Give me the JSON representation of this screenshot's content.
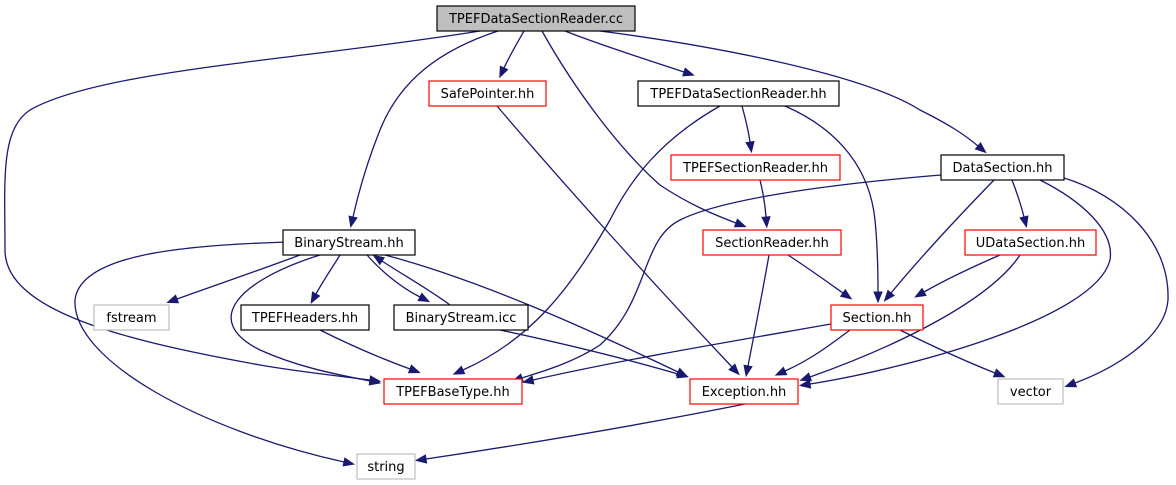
{
  "graph": {
    "edge_color": "#191970",
    "node_styles": {
      "root": {
        "fill": "#bfbfbf",
        "border": "#000000"
      },
      "local": {
        "fill": "#ffffff",
        "border": "#000000"
      },
      "incomplete": {
        "fill": "#ffffff",
        "border": "#ff0000"
      },
      "system": {
        "fill": "#ffffff",
        "border": "#bfbfbf"
      }
    },
    "nodes": [
      {
        "id": "tpefdatasectionreader-cc",
        "label": "TPEFDataSectionReader.cc",
        "kind": "root"
      },
      {
        "id": "safepointer-hh",
        "label": "SafePointer.hh",
        "kind": "incomplete"
      },
      {
        "id": "tpefdatasectionreader-hh",
        "label": "TPEFDataSectionReader.hh",
        "kind": "local"
      },
      {
        "id": "tpefsectionreader-hh",
        "label": "TPEFSectionReader.hh",
        "kind": "incomplete"
      },
      {
        "id": "datasection-hh",
        "label": "DataSection.hh",
        "kind": "local"
      },
      {
        "id": "binarystream-hh",
        "label": "BinaryStream.hh",
        "kind": "local"
      },
      {
        "id": "sectionreader-hh",
        "label": "SectionReader.hh",
        "kind": "incomplete"
      },
      {
        "id": "udatasection-hh",
        "label": "UDataSection.hh",
        "kind": "incomplete"
      },
      {
        "id": "fstream",
        "label": "fstream",
        "kind": "system"
      },
      {
        "id": "tpefheaders-hh",
        "label": "TPEFHeaders.hh",
        "kind": "local"
      },
      {
        "id": "binarystream-icc",
        "label": "BinaryStream.icc",
        "kind": "local"
      },
      {
        "id": "section-hh",
        "label": "Section.hh",
        "kind": "incomplete"
      },
      {
        "id": "tpefbasetype-hh",
        "label": "TPEFBaseType.hh",
        "kind": "incomplete"
      },
      {
        "id": "exception-hh",
        "label": "Exception.hh",
        "kind": "incomplete"
      },
      {
        "id": "vector",
        "label": "vector",
        "kind": "system"
      },
      {
        "id": "string",
        "label": "string",
        "kind": "system"
      }
    ],
    "edges": [
      {
        "from": "tpefdatasectionreader-cc",
        "to": "safepointer-hh"
      },
      {
        "from": "tpefdatasectionreader-cc",
        "to": "tpefdatasectionreader-hh"
      },
      {
        "from": "tpefdatasectionreader-cc",
        "to": "datasection-hh"
      },
      {
        "from": "tpefdatasectionreader-cc",
        "to": "binarystream-hh"
      },
      {
        "from": "tpefdatasectionreader-cc",
        "to": "sectionreader-hh"
      },
      {
        "from": "tpefdatasectionreader-cc",
        "to": "tpefbasetype-hh"
      },
      {
        "from": "safepointer-hh",
        "to": "exception-hh"
      },
      {
        "from": "tpefdatasectionreader-hh",
        "to": "tpefsectionreader-hh"
      },
      {
        "from": "tpefdatasectionreader-hh",
        "to": "tpefbasetype-hh"
      },
      {
        "from": "tpefdatasectionreader-hh",
        "to": "section-hh"
      },
      {
        "from": "tpefsectionreader-hh",
        "to": "sectionreader-hh"
      },
      {
        "from": "sectionreader-hh",
        "to": "section-hh"
      },
      {
        "from": "sectionreader-hh",
        "to": "exception-hh"
      },
      {
        "from": "datasection-hh",
        "to": "udatasection-hh"
      },
      {
        "from": "datasection-hh",
        "to": "section-hh"
      },
      {
        "from": "datasection-hh",
        "to": "tpefbasetype-hh"
      },
      {
        "from": "datasection-hh",
        "to": "exception-hh"
      },
      {
        "from": "datasection-hh",
        "to": "vector"
      },
      {
        "from": "udatasection-hh",
        "to": "section-hh"
      },
      {
        "from": "udatasection-hh",
        "to": "exception-hh"
      },
      {
        "from": "binarystream-hh",
        "to": "fstream"
      },
      {
        "from": "binarystream-hh",
        "to": "tpefheaders-hh"
      },
      {
        "from": "binarystream-hh",
        "to": "binarystream-icc"
      },
      {
        "from": "binarystream-hh",
        "to": "tpefbasetype-hh"
      },
      {
        "from": "binarystream-hh",
        "to": "exception-hh"
      },
      {
        "from": "binarystream-hh",
        "to": "string"
      },
      {
        "from": "binarystream-icc",
        "to": "binarystream-hh"
      },
      {
        "from": "binarystream-icc",
        "to": "exception-hh"
      },
      {
        "from": "tpefheaders-hh",
        "to": "tpefbasetype-hh"
      },
      {
        "from": "section-hh",
        "to": "tpefbasetype-hh"
      },
      {
        "from": "section-hh",
        "to": "exception-hh"
      },
      {
        "from": "section-hh",
        "to": "vector"
      },
      {
        "from": "exception-hh",
        "to": "string"
      }
    ]
  }
}
